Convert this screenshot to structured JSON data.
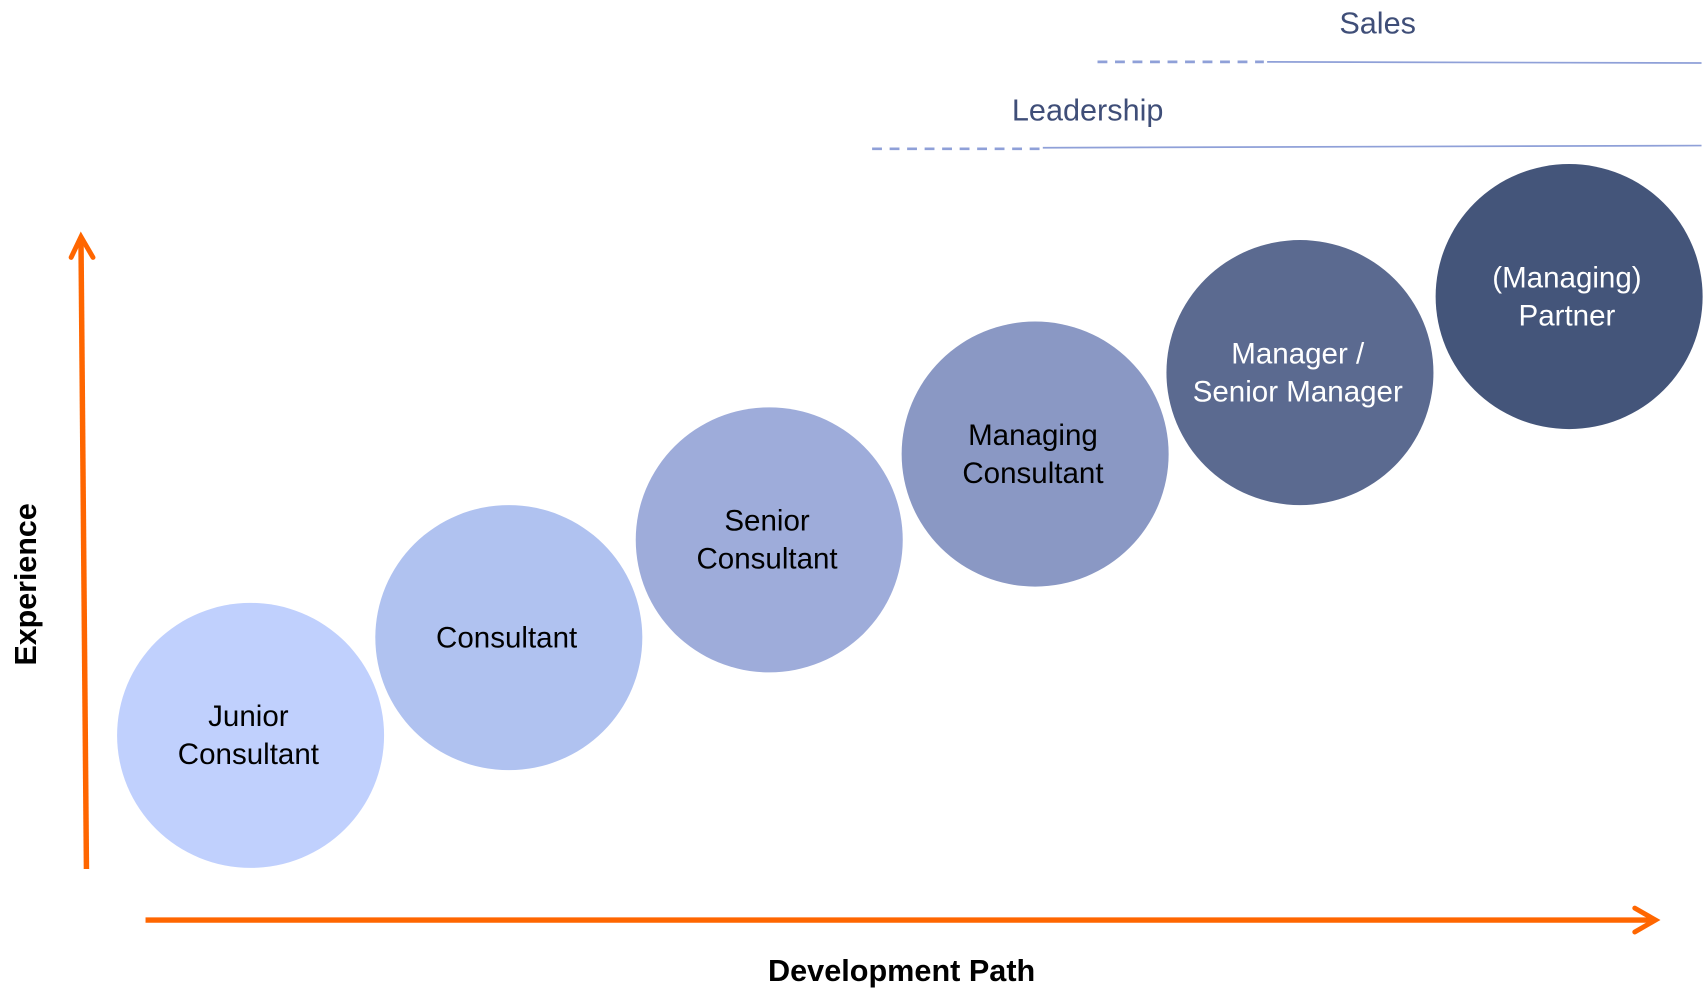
{
  "tracks": [
    {
      "label": "Sales"
    },
    {
      "label": "Leadership"
    }
  ],
  "axes": {
    "y_label": "Experience",
    "x_label": "Development Path"
  },
  "colors": {
    "axis": "#ff6600",
    "track_line": "#8fa0d8",
    "track_text": "#3f4e78"
  },
  "stages": [
    {
      "lines": [
        "Junior",
        "Consultant"
      ],
      "fill": "#c0d0fd",
      "text": "#000000"
    },
    {
      "lines": [
        "Consultant"
      ],
      "fill": "#b0c2f0",
      "text": "#000000"
    },
    {
      "lines": [
        "Senior",
        "Consultant"
      ],
      "fill": "#9eacda",
      "text": "#000000"
    },
    {
      "lines": [
        "Managing",
        "Consultant"
      ],
      "fill": "#8a98c4",
      "text": "#000000"
    },
    {
      "lines": [
        "Manager /",
        "Senior Manager"
      ],
      "fill": "#5b6a90",
      "text": "#ffffff"
    },
    {
      "lines": [
        "(Managing)",
        "Partner"
      ],
      "fill": "#44557a",
      "text": "#ffffff"
    }
  ]
}
